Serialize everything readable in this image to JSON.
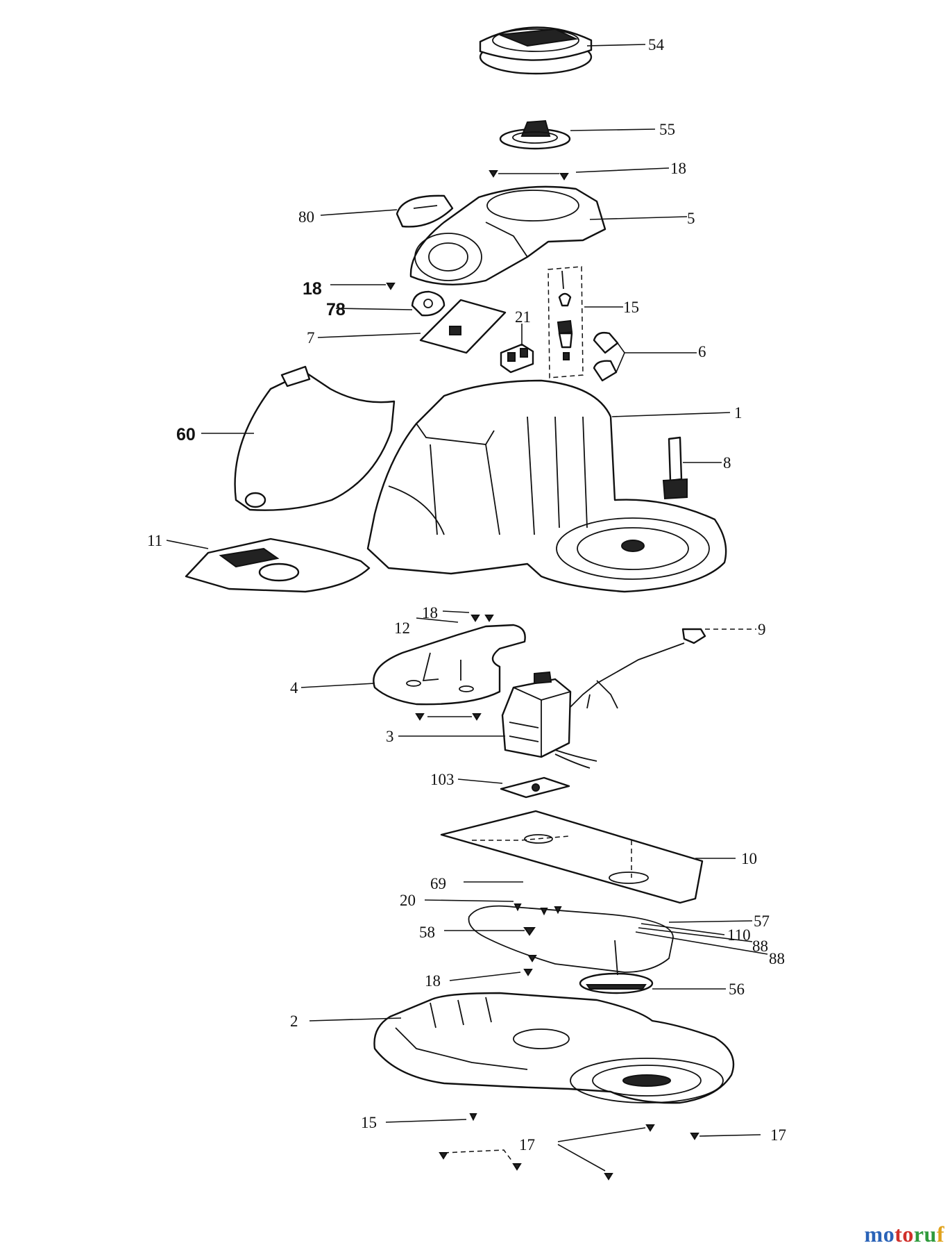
{
  "callouts": {
    "c54": "54",
    "c55": "55",
    "c18a": "18",
    "c80": "80",
    "c5": "5",
    "c18b": "18",
    "c78": "78",
    "c15a": "15",
    "c7": "7",
    "c21": "21",
    "c6": "6",
    "c1": "1",
    "c60": "60",
    "c8": "8",
    "c11": "11",
    "c18c": "18",
    "c12": "12",
    "c9": "9",
    "c4": "4",
    "c3": "3",
    "c103": "103",
    "c10": "10",
    "c69": "69",
    "c20": "20",
    "c57": "57",
    "c58": "58",
    "c110": "110",
    "c88a": "88",
    "c88b": "88",
    "c18d": "18",
    "c56": "56",
    "c2": "2",
    "c15b": "15",
    "c17a": "17",
    "c17b": "17"
  },
  "watermark": {
    "part1": "mo",
    "part2": "to",
    "part3": "ru",
    "part4": "f"
  },
  "colors": {
    "line": "#111111",
    "background": "#ffffff"
  }
}
